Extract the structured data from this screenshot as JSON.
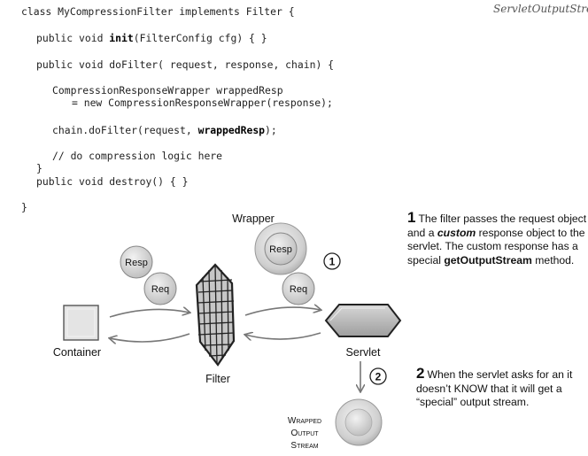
{
  "code": {
    "line1": "class MyCompressionFilter implements Filter {",
    "line2_pre": "public void ",
    "line2_bold": "init",
    "line2_post": "(FilterConfig cfg) { }",
    "line3": "public void doFilter( request, response, chain) {",
    "line4": "CompressionResponseWrapper wrappedResp",
    "line5": "= new CompressionResponseWrapper(response);",
    "line6_pre": "chain.doFilter(request, ",
    "line6_bold": "wrappedResp",
    "line6_post": ");",
    "line7": "// do compression logic here",
    "line8": "}",
    "line9": "public void destroy() { }",
    "line10": "}"
  },
  "handwritten_label": "ServletOutputStre",
  "notes": {
    "note1": {
      "number": "1",
      "text_a": "The filter passes the request object and a ",
      "text_em": "custom",
      "text_b": " response object to the servlet. The custom response has a special ",
      "text_bold": "getOutputStream",
      "text_c": " method."
    },
    "note2": {
      "number": "2",
      "text": "When the servlet asks for an it doesn’t KNOW that it will get a “special” output stream."
    }
  },
  "diagram": {
    "container_label": "Container",
    "filter_label": "Filter",
    "servlet_label": "Servlet",
    "wrapper_label": "Wrapper",
    "resp_label": "Resp",
    "req_label": "Req",
    "wrapper_resp_label": "Resp",
    "wrapper_req_label": "Req",
    "step1": "1",
    "step2": "2",
    "stream_line1": "Wrapped",
    "stream_line2": "Output",
    "stream_line3": "Stream"
  },
  "colors": {
    "container_fill": "#e2e2e2",
    "ball_fill": "#d6d6d6",
    "servlet_fill": "#bfbfbf",
    "filter_fill": "#c4c4c4",
    "arrow": "#777777"
  }
}
